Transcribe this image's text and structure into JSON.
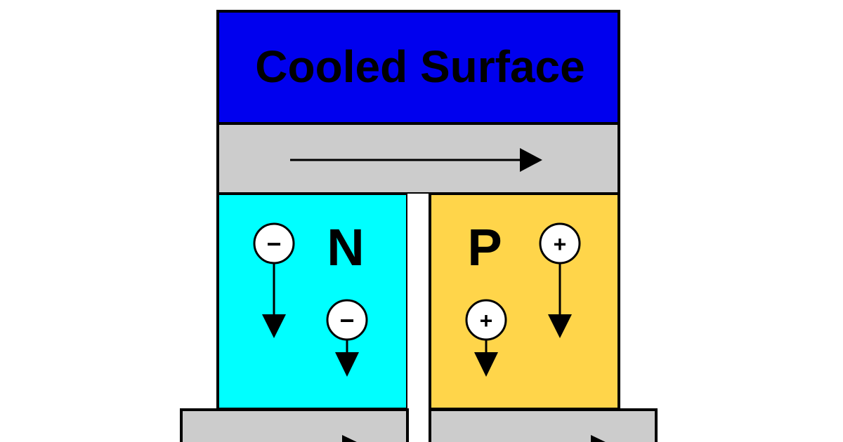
{
  "cooled_surface": {
    "label": "Cooled Surface",
    "color": "#0000ee"
  },
  "conductor_color": "#cccccc",
  "n_type": {
    "label": "N",
    "color": "#00ffff",
    "carrier_symbol": "−"
  },
  "p_type": {
    "label": "P",
    "color": "#ffd54a",
    "carrier_symbol": "+"
  }
}
